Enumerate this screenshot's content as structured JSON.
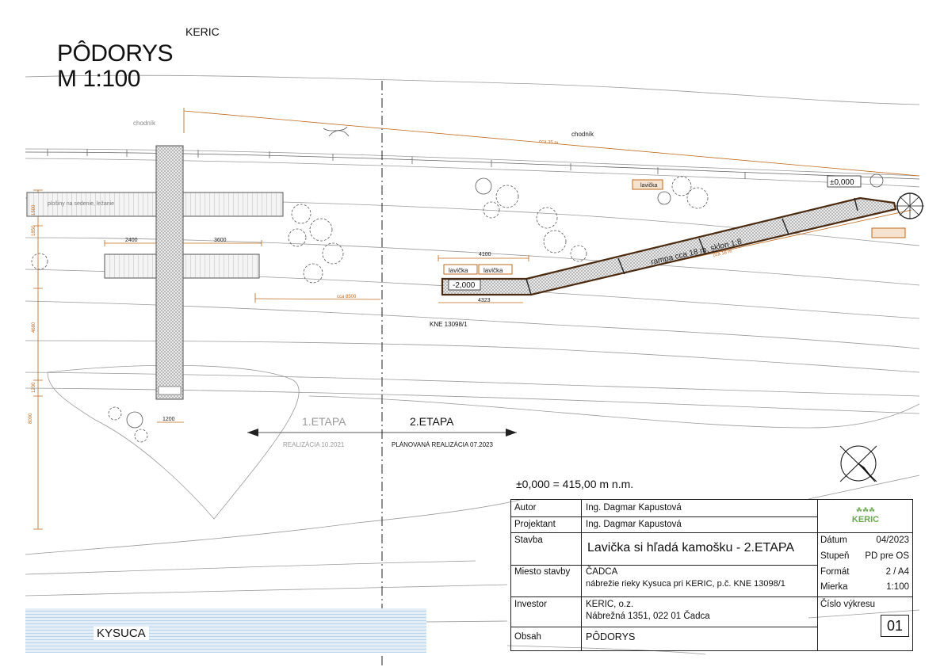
{
  "drawing": {
    "title_line1": "PÔDORYS",
    "title_line2": "M 1:100",
    "header_org": "KERIC",
    "labels": {
      "chodnik_left": "chodník",
      "chodnik_right": "chodník",
      "dim_35m": "cca 35 m",
      "plosiny": "plošiny na sedenie, ležanie",
      "dim_2400": "2400",
      "dim_3600": "3600",
      "dim_8500": "cca 8500",
      "dim_4100": "4100",
      "dim_4323": "4323",
      "dim_1200": "1200",
      "dim_1850": "1850",
      "dim_4680": "4680",
      "dim_1200v": "1200",
      "dim_8000": "8000",
      "dim_1500": "1500",
      "lavicka_1": "lavička",
      "lavicka_2": "lavička",
      "lavicka_3": "lavička",
      "level_minus": "-2,000",
      "level_zero": "±0,000",
      "ramp_label": "rampa  cca 18 m, sklon 1:8",
      "dim_18m": "cca 18 m",
      "parcel": "KNE 13098/1",
      "etapa1": "1.ETAPA",
      "etapa2": "2.ETAPA",
      "realizacia1": "REALIZÁCIA 10.2021",
      "realizacia2": "PLÁNOVANÁ REALIZÁCIA 07.2023"
    },
    "elevation_note": "±0,000 = 415,00 m n.m.",
    "river_label": "KYSUCA"
  },
  "title_block": {
    "autor_label": "Autor",
    "autor_value": "Ing. Dagmar Kapustová",
    "projektant_label": "Projektant",
    "projektant_value": "Ing. Dagmar Kapustová",
    "stavba_label": "Stavba",
    "stavba_value": "Lavička si hľadá kamošku - 2.ETAPA",
    "miesto_label": "Miesto stavby",
    "miesto_value1": "ČADCA",
    "miesto_value2": "nábrežie rieky Kysuca pri KERIC, p.č. KNE 13098/1",
    "investor_label": "Investor",
    "investor_value1": "KERIC, o.z.",
    "investor_value2": "Nábrežná 1351, 022 01 Čadca",
    "obsah_label": "Obsah",
    "obsah_value": "PÔDORYS",
    "logo_text": "KERIC",
    "datum_label": "Dátum",
    "datum_value": "04/2023",
    "stupen_label": "Stupeň",
    "stupen_value": "PD pre OS",
    "format_label": "Formát",
    "format_value": "2 / A4",
    "mierka_label": "Mierka",
    "mierka_value": "1:100",
    "cislo_label": "Číslo výkresu",
    "cislo_value": "01"
  },
  "colors": {
    "dimension": "#c0681e",
    "structure": "#555555",
    "ramp_edge": "#4a2a10",
    "terrain": "#9a9a9a",
    "river": "#b9d3ea",
    "logo": "#6aa84f"
  }
}
